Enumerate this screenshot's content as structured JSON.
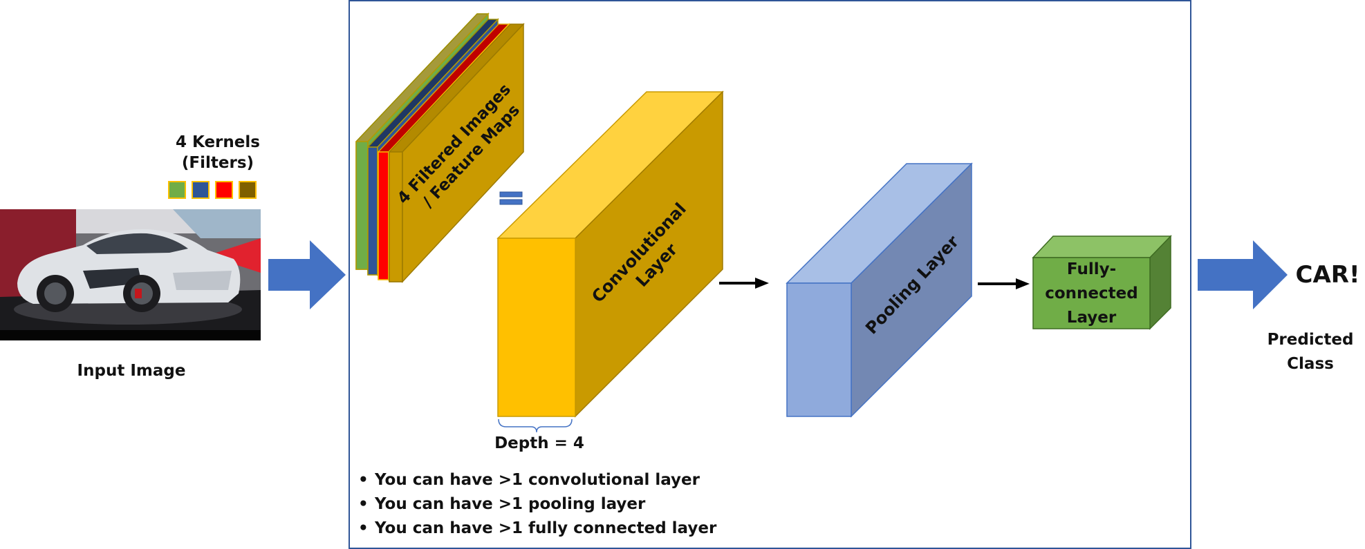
{
  "labels": {
    "kernels_line1": "4 Kernels",
    "kernels_line2": "(Filters)",
    "input_image": "Input Image",
    "feature_maps_line1": "4 Filtered Images",
    "feature_maps_line2": "/ Feature Maps",
    "equals": "=",
    "conv_line1": "Convolutional",
    "conv_line2": "Layer",
    "depth": "Depth = 4",
    "pool": "Pooling Layer",
    "fc_line1": "Fully-",
    "fc_line2": "connected",
    "fc_line3": "Layer",
    "output": "CAR!",
    "predicted_line1": "Predicted",
    "predicted_line2": "Class"
  },
  "bullets": [
    "You can have >1 convolutional layer",
    "You can have >1 pooling layer",
    "You can have >1 fully connected layer"
  ],
  "colors": {
    "kernels": [
      "#70ad47",
      "#2e5597",
      "#ff0000",
      "#7f6000"
    ],
    "kernel_border": "#ffc000",
    "frame_border": "#2f5597",
    "big_arrow": "#4472c4",
    "conv_front": "#ffc000",
    "conv_top": "#ffd23f",
    "conv_side": "#c99a00",
    "pool_front": "#8faadc",
    "pool_top": "#a8bfe6",
    "pool_side": "#7388b3",
    "fc_front": "#70ad47",
    "fc_top": "#8dc266",
    "fc_side": "#548235"
  }
}
